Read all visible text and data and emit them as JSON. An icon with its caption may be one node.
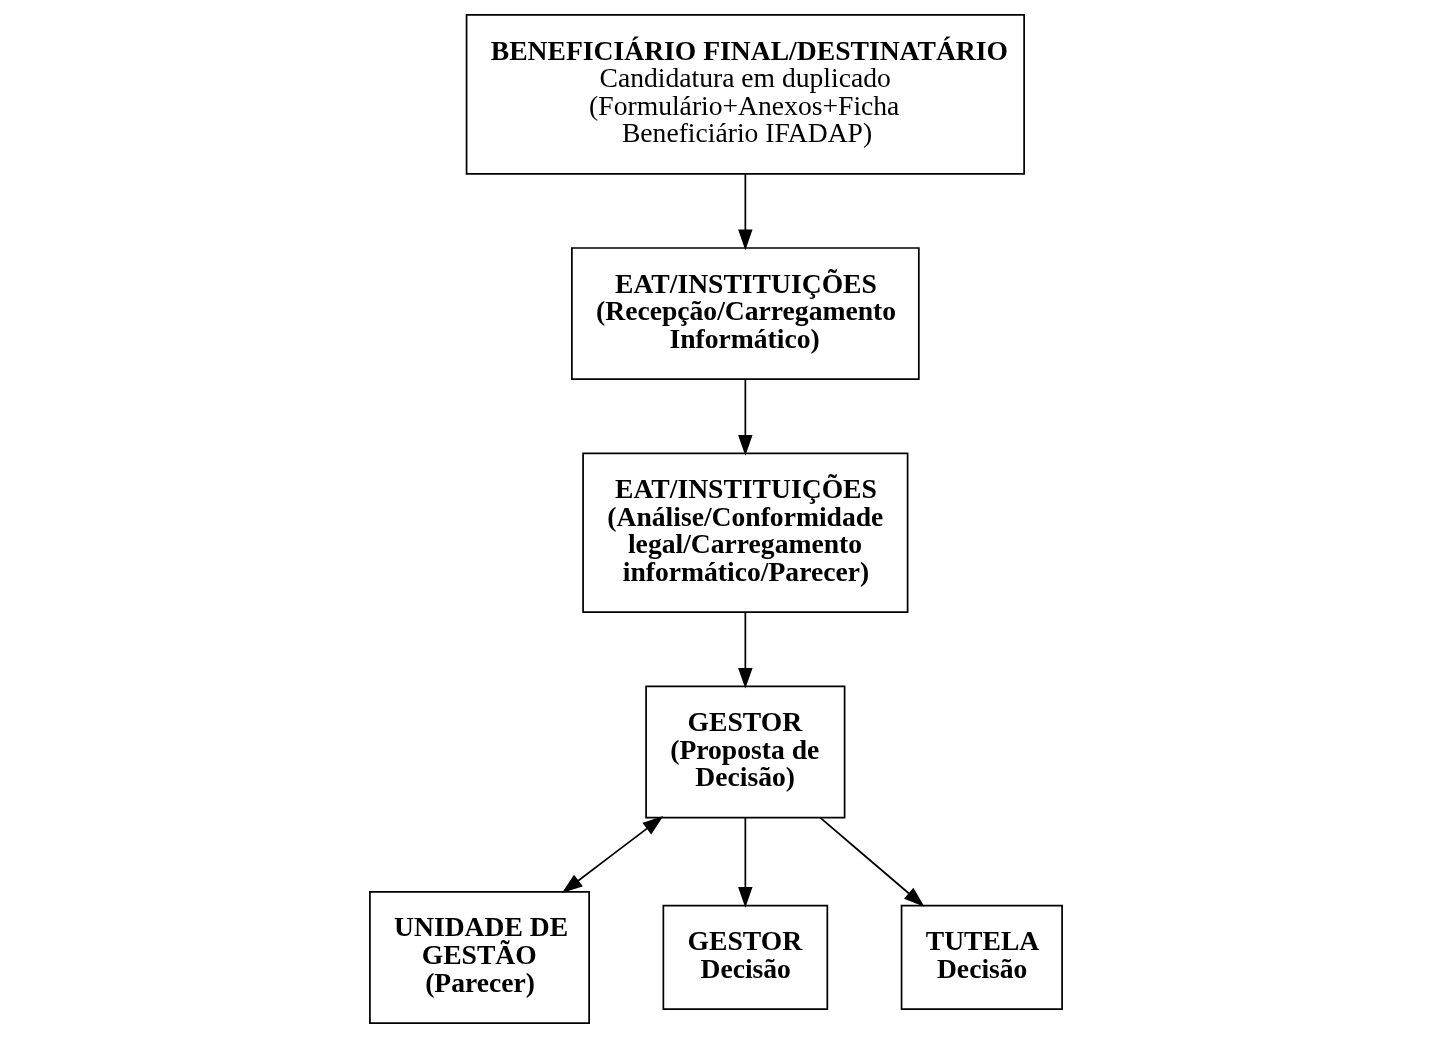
{
  "diagram": {
    "nodes": [
      {
        "text": [
          "BENEFICIÁRIO FINAL/DESTINATÁRIO",
          "Candidatura em duplicado (Formulário+Anexos+Ficha Beneficiário IFADAP)"
        ]
      },
      {
        "text": [
          "EAT/INSTITUIÇÕES",
          "(Recepção/Carregamento Informático)"
        ]
      },
      {
        "text": [
          "EAT/INSTITUIÇÕES",
          "(Análise/Conformidade legal/Carregamento informático/Parecer)"
        ]
      },
      {
        "text": [
          "GESTOR",
          "(Proposta de Decisão)"
        ]
      },
      {
        "text": [
          "UNIDADE DE GESTÃO",
          "(Parecer)"
        ]
      },
      {
        "text": [
          "GESTOR",
          "Decisão"
        ]
      },
      {
        "text": [
          "TUTELA",
          "Decisão"
        ]
      }
    ],
    "edges": [
      {
        "from": 0,
        "to": 1,
        "arrow": "to"
      },
      {
        "from": 1,
        "to": 2,
        "arrow": "to"
      },
      {
        "from": 2,
        "to": 3,
        "arrow": "to"
      },
      {
        "from": 3,
        "to": 4,
        "arrow": "both"
      },
      {
        "from": 3,
        "to": 5,
        "arrow": "to"
      },
      {
        "from": 3,
        "to": 6,
        "arrow": "to"
      }
    ]
  }
}
